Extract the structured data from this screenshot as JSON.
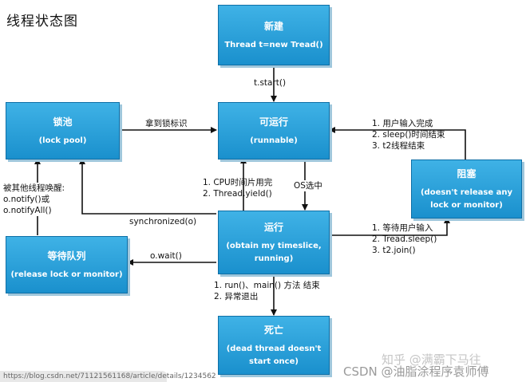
{
  "title": "线程状态图",
  "states": {
    "new": {
      "name": "新建",
      "sub": "Thread t=new Tread()"
    },
    "runnable": {
      "name": "可运行",
      "sub": "(runnable)"
    },
    "lock_pool": {
      "name": "锁池",
      "sub": "(lock pool)"
    },
    "running": {
      "name": "运行",
      "sub": "(obtain my timeslice, running)"
    },
    "blocked": {
      "name": "阻塞",
      "sub": "(doesn't release any lock or monitor)"
    },
    "waiting": {
      "name": "等待队列",
      "sub": "(release lock or monitor)"
    },
    "dead": {
      "name": "死亡",
      "sub": "(dead thread doesn't start once)"
    }
  },
  "transitions": {
    "start": "t.start()",
    "get_lock": "拿到锁标识",
    "running_to_runnable": [
      "1. CPU时间片用完",
      "2. Thread.yield()"
    ],
    "os_select": "OS选中",
    "blocked_to_runnable": [
      "1. 用户输入完成",
      "2. sleep()时间结束",
      "3. t2线程结束"
    ],
    "running_to_blocked": [
      "1. 等待用户输入",
      "2. Tread.sleep()",
      "3. t2.join()"
    ],
    "notify": [
      "被其他线程唤醒:",
      "o.notify()或",
      "o.notifyAll()"
    ],
    "synchronized": "synchronized(o)",
    "wait": "o.wait()",
    "to_dead": [
      "1. run()、main() 方法 结束",
      "2. 异常退出"
    ]
  },
  "watermarks": {
    "zhihu": "知乎 @满霸下马往",
    "csdn": "CSDN @油脂涂程序袁师傅"
  },
  "url_bar": "https://blog.csdn.net/71121561168/article/details/1234562"
}
